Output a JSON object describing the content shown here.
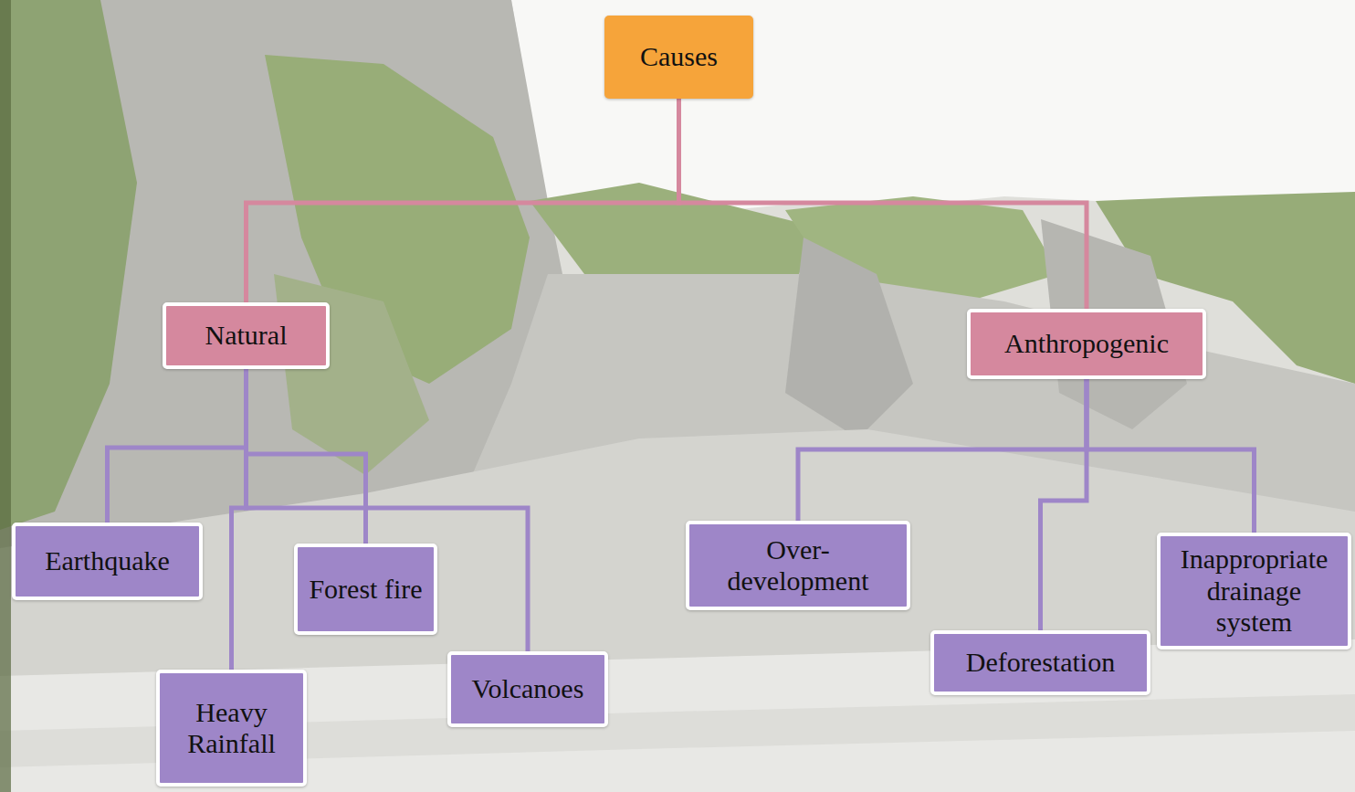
{
  "diagram": {
    "nodes": [
      {
        "text": [
          "Causes"
        ]
      },
      {
        "text": [
          "Natural"
        ]
      },
      {
        "text": [
          "Anthropogenic"
        ]
      },
      {
        "text": [
          "Earthquake"
        ]
      },
      {
        "text": [
          "Forest fire"
        ]
      },
      {
        "text": [
          "Heavy Rainfall"
        ]
      },
      {
        "text": [
          "Volcanoes"
        ]
      },
      {
        "text": [
          "Over- development"
        ]
      },
      {
        "text": [
          "Deforestation"
        ]
      },
      {
        "text": [
          "Inappropriate drainage system"
        ]
      }
    ],
    "edges": [
      {
        "from": 0,
        "to": 1,
        "arrow": "none"
      },
      {
        "from": 0,
        "to": 2,
        "arrow": "none"
      },
      {
        "from": 1,
        "to": 3,
        "arrow": "none"
      },
      {
        "from": 1,
        "to": 4,
        "arrow": "none"
      },
      {
        "from": 1,
        "to": 5,
        "arrow": "none"
      },
      {
        "from": 1,
        "to": 6,
        "arrow": "none"
      },
      {
        "from": 2,
        "to": 7,
        "arrow": "none"
      },
      {
        "from": 2,
        "to": 8,
        "arrow": "none"
      },
      {
        "from": 2,
        "to": 9,
        "arrow": "none"
      }
    ]
  }
}
